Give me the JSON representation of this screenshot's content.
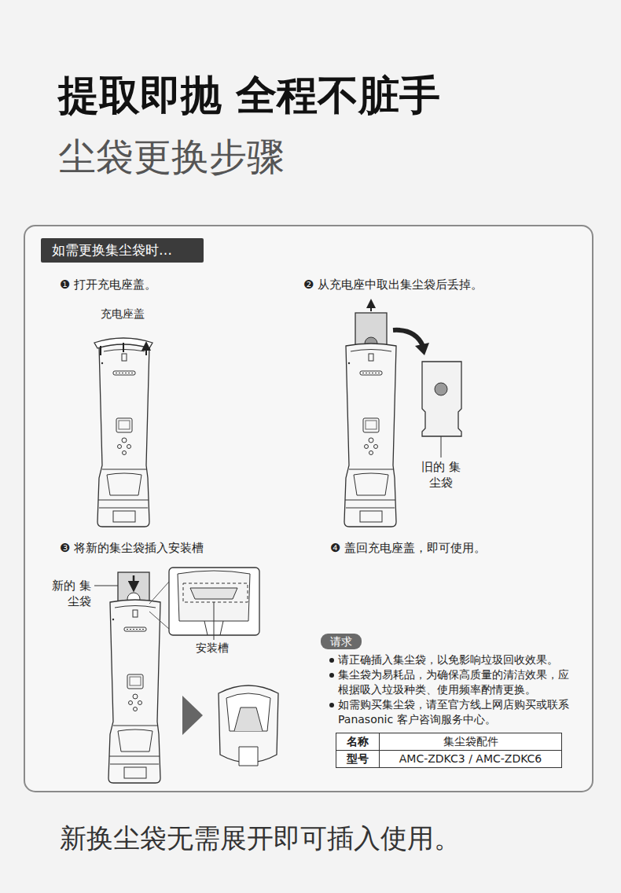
{
  "diagram": {
    "title": "提取即抛 全程不脏手",
    "caption": "新换尘袋无需展开即可插入使用。",
    "nodes": [
      {
        "text": [
          "如需更换集尘袋时…"
        ]
      },
      {
        "text": [
          "请求"
        ],
        "in": 0
      }
    ],
    "labels": [
      "❶ 打开充电座盖。",
      "充电座盖",
      "❷ 从充电座中取出集尘袋后丢掉。",
      "旧的 集尘袋",
      "❸ 将新的集尘袋插入安装槽",
      "新的 集尘袋",
      "安装槽",
      "❹ 盖回充电座盖，即可使用。",
      "请正确插入集尘袋，以免影响垃圾回收效果。",
      "集尘袋为易耗品，为确保高质量的清洁效果，应根据吸入垃圾种类、使用频率酌情更换。",
      "如需购买集尘袋，请至官方线上网店购买或联系 Panasonic 客户咨询服务中心。",
      "名称",
      "集尘袋配件",
      "型号",
      "AMC-ZDKC3 / AMC-ZDKC6",
      "尘袋更换步骤"
    ]
  }
}
